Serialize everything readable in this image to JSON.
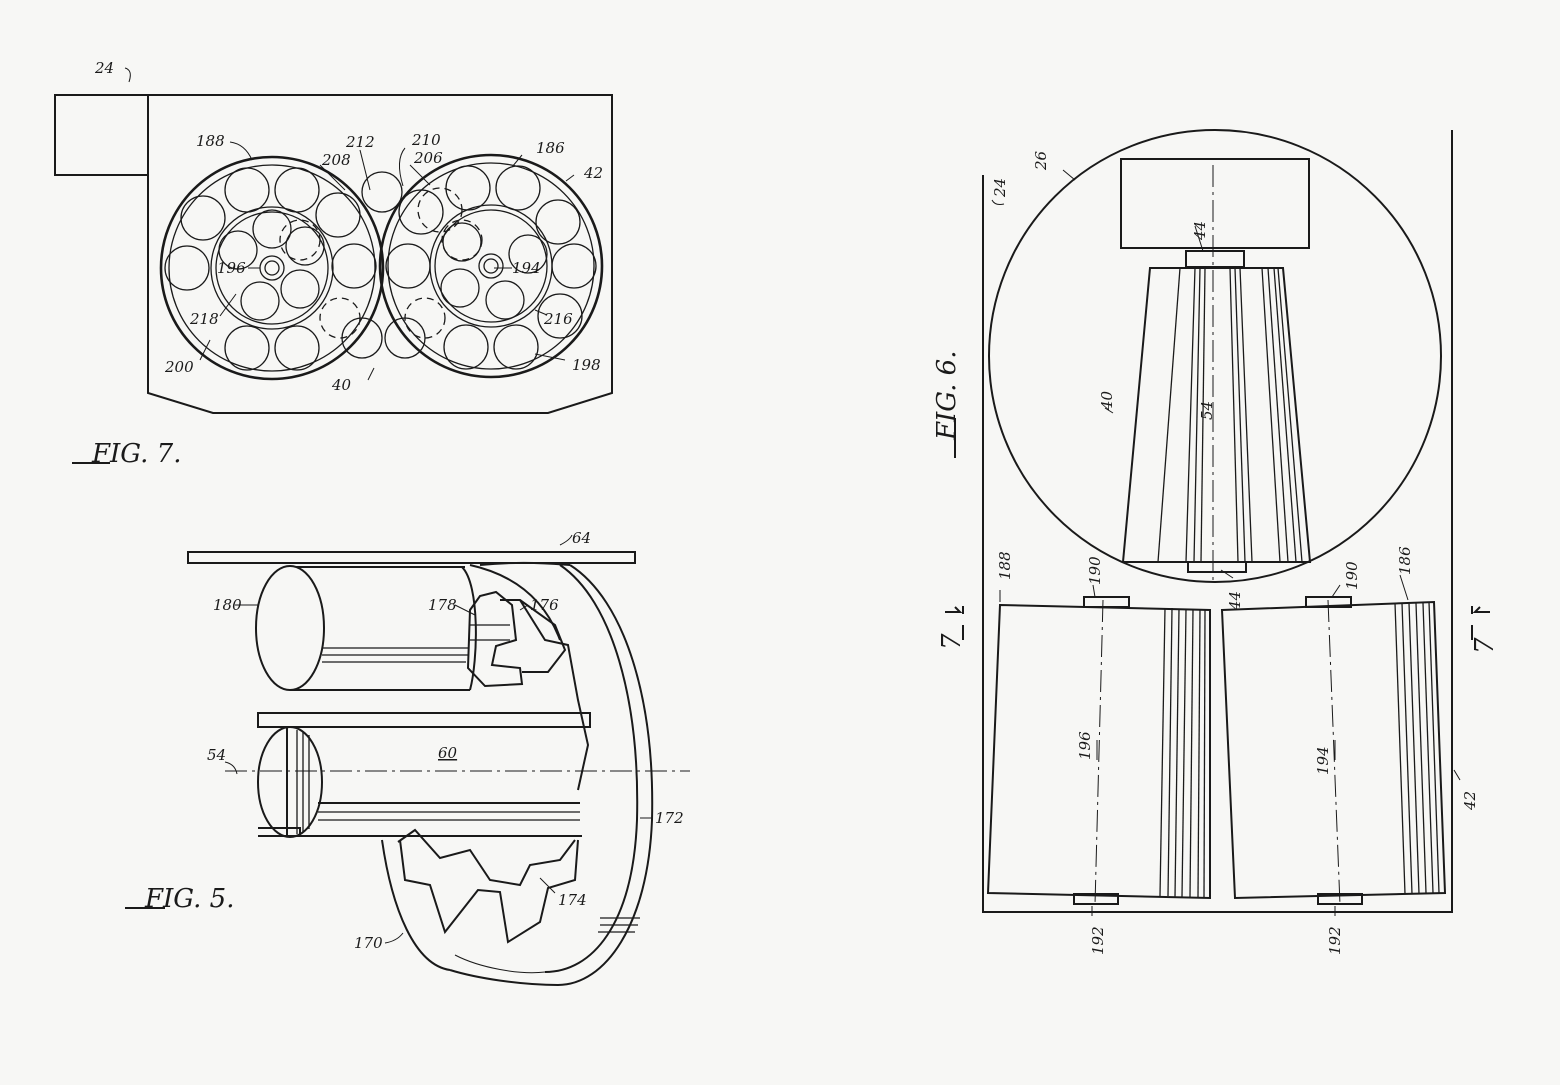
{
  "fig7": {
    "title": "FIG. 7.",
    "refs": {
      "r24": "24",
      "r188": "188",
      "r212": "212",
      "r210": "210",
      "r206": "206",
      "r208": "208",
      "r186": "186",
      "r42": "42",
      "r196": "196",
      "r194": "194",
      "r218": "218",
      "r216": "216",
      "r200": "200",
      "r40": "40",
      "r198": "198"
    }
  },
  "fig5": {
    "title": "FIG. 5.",
    "refs": {
      "r64": "64",
      "r180": "180",
      "r178": "178",
      "r176": "176",
      "r54": "54",
      "r60": "60",
      "r172": "172",
      "r174": "174",
      "r170": "170"
    }
  },
  "fig6": {
    "title": "FIG. 6.",
    "refs": {
      "r26": "26",
      "r24": "24",
      "r44top": "44",
      "r40": "40",
      "r54": "54",
      "r188": "188",
      "r190l": "190",
      "r44mid": "44",
      "r190r": "190",
      "r186": "186",
      "r196": "196",
      "r194": "194",
      "r42": "42",
      "r192l": "192",
      "r192r": "192"
    },
    "section_marks": {
      "left": "7",
      "right": "7"
    }
  }
}
